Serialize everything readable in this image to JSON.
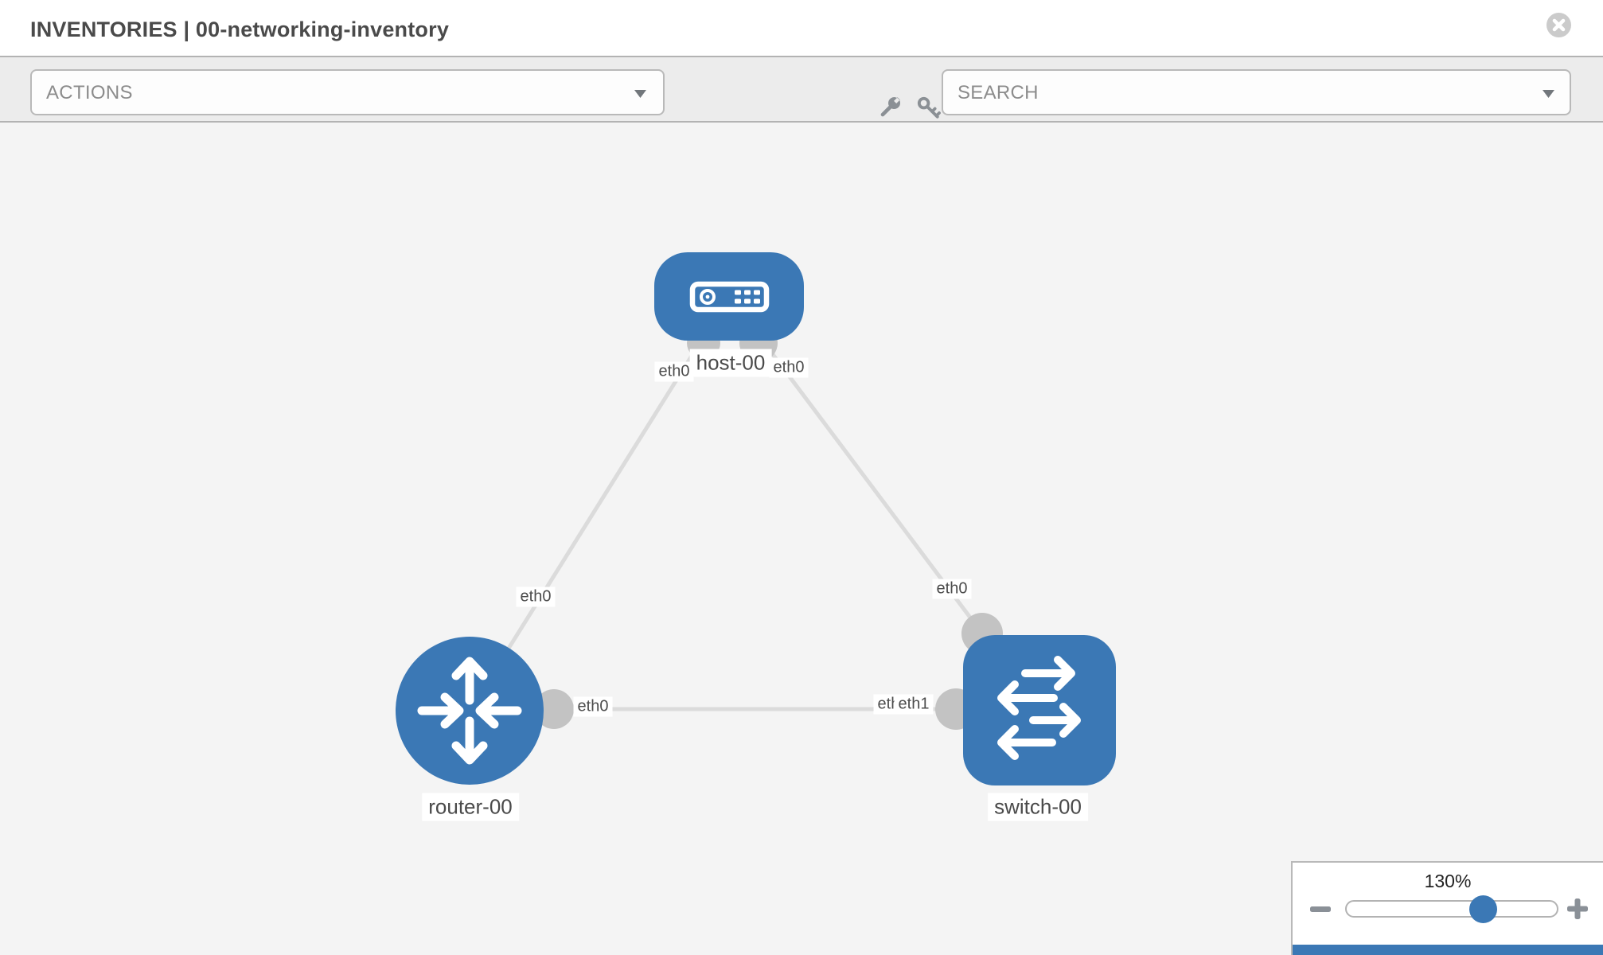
{
  "header": {
    "title": "INVENTORIES | 00-networking-inventory"
  },
  "toolbar": {
    "actions_label": "ACTIONS",
    "search_label": "SEARCH"
  },
  "canvas": {
    "nodes": [
      {
        "id": "host-00",
        "type": "host",
        "label": "host-00"
      },
      {
        "id": "router-00",
        "type": "router",
        "label": "router-00"
      },
      {
        "id": "switch-00",
        "type": "switch",
        "label": "switch-00"
      }
    ],
    "links": [
      {
        "from": "host-00",
        "to": "router-00",
        "from_if": "eth0",
        "to_if": "eth0"
      },
      {
        "from": "host-00",
        "to": "switch-00",
        "from_if": "eth0",
        "to_if": "eth0"
      },
      {
        "from": "router-00",
        "to": "switch-00",
        "from_if": "eth0",
        "to_ifs": [
          "eth0",
          "eth1"
        ]
      }
    ]
  },
  "zoom_control": {
    "level": "130%"
  },
  "icons": {
    "close": "circle-x",
    "wrench": "wrench",
    "key": "key",
    "dropdown": "chevron-down",
    "zoom_out": "minus",
    "zoom_in": "plus"
  },
  "colors": {
    "node_blue": "#3b78b5",
    "canvas_bg": "#f4f4f4",
    "toolbar_bg": "#ececec",
    "edge_gray": "#dbdbdb",
    "connector_gray": "#c3c3c3",
    "border_gray": "#b9b9b9",
    "text_dark": "#4a4a4a"
  }
}
